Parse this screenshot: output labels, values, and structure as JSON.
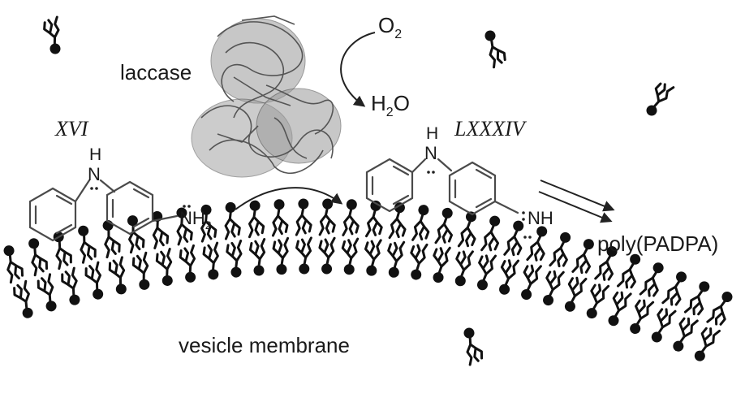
{
  "labels": {
    "enzyme": "laccase",
    "oxygen_base": "O",
    "oxygen_sub": "2",
    "water_h": "H",
    "water_sub": "2",
    "water_o": "O",
    "substrate_name": "XVI",
    "radical_name": "LXXXIV",
    "amine_nh": "NH",
    "amine_sub": "2",
    "radical_nh": "NH",
    "bridge_h": "H",
    "bridge_n": "N",
    "product": "poly(PADPA)",
    "membrane": "vesicle membrane"
  },
  "icons": {
    "amphiphile": "lipid-molecule-icon",
    "protein": "laccase-protein-icon",
    "benzene": "benzene-ring-icon"
  },
  "colors": {
    "ink": "#111111",
    "bond": "#4a4a4a",
    "protein": "#8c8c8c"
  }
}
